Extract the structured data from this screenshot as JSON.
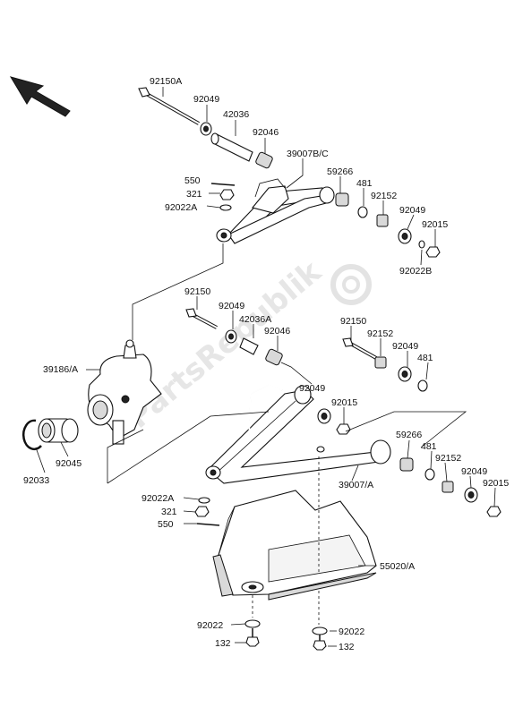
{
  "watermark": "PartsRepublik",
  "labels": {
    "p92150a": "92150A",
    "p92049_a": "92049",
    "p42036": "42036",
    "p92046_a": "92046",
    "p39007bc": "39007B/C",
    "p550_a": "550",
    "p321_a": "321",
    "p92022a_a": "92022A",
    "p59266_a": "59266",
    "p481_a": "481",
    "p92152_a": "92152",
    "p92049_b": "92049",
    "p92015_a": "92015",
    "p92022b": "92022B",
    "p92150_a": "92150",
    "p92049_c": "92049",
    "p42036a": "42036A",
    "p92046_b": "92046",
    "p92150_b": "92150",
    "p92152_b": "92152",
    "p92049_d": "92049",
    "p481_b": "481",
    "p39186a": "39186/A",
    "p92049_e": "92049",
    "p92015_b": "92015",
    "p92045": "92045",
    "p92033": "92033",
    "p59266_b": "59266",
    "p481_c": "481",
    "p92152_c": "92152",
    "p92049_f": "92049",
    "p92015_c": "92015",
    "p39007a": "39007/A",
    "p92022a_b": "92022A",
    "p321_b": "321",
    "p550_b": "550",
    "p55020a": "55020/A",
    "p92022_a": "92022",
    "p92022_b": "92022",
    "p132_a": "132",
    "p132_b": "132"
  },
  "icons": {
    "front_arrow": "arrow-up-left-icon",
    "watermark_logo": "gear-icon"
  }
}
